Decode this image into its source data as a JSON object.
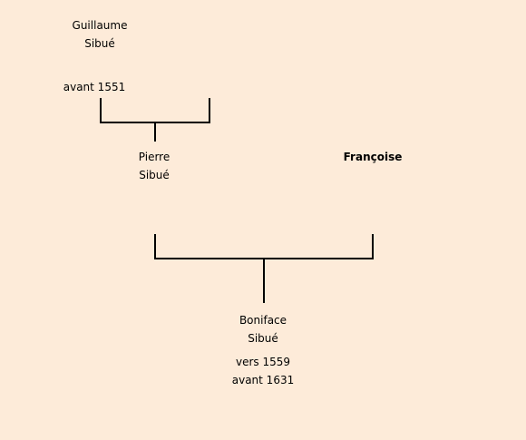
{
  "tree": {
    "guillaume": {
      "name": "Guillaume\nSibué",
      "dates": "avant 1551"
    },
    "pierre": {
      "name": "Pierre\nSibué",
      "dates": ""
    },
    "francoise": {
      "name": "Françoise",
      "dates": ""
    },
    "boniface": {
      "name": "Boniface\nSibué",
      "dates": "vers 1559\navant 1631"
    }
  }
}
